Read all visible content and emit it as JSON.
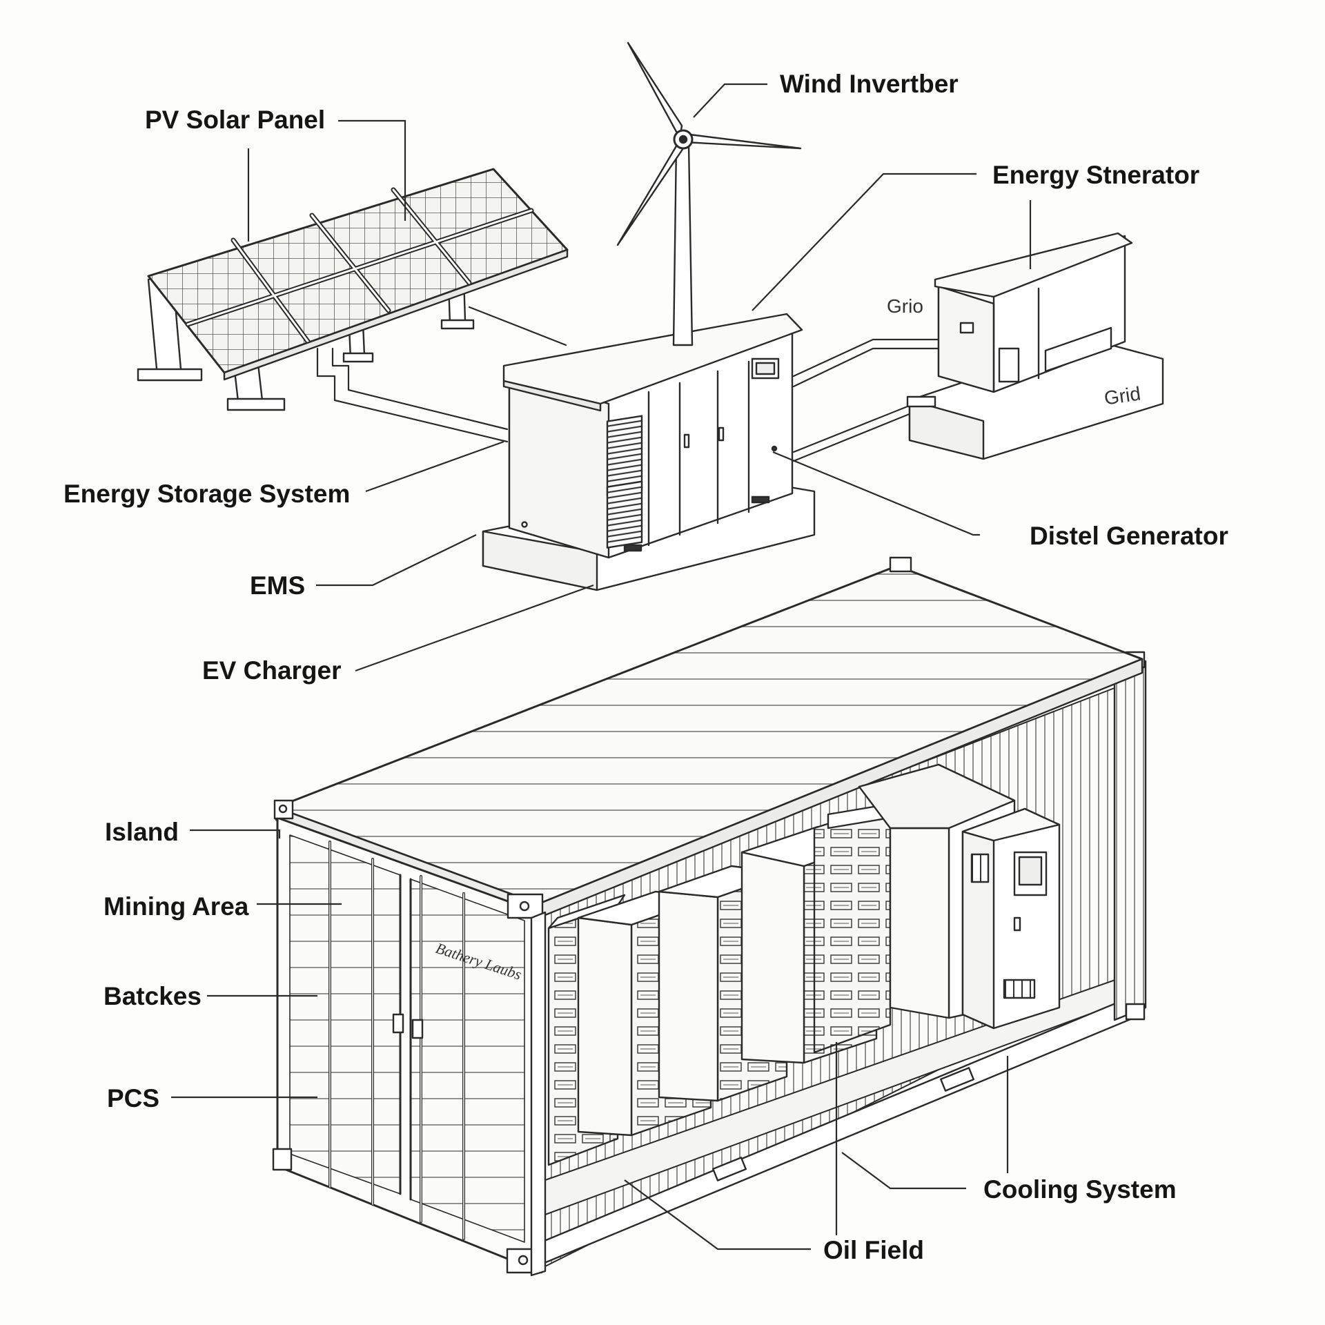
{
  "labels": {
    "pv_solar_panel": "PV Solar Panel",
    "wind_inverter": "Wind Invertber",
    "energy_stnerator": "Energy Stnerator",
    "grid_left": "Grio",
    "grid_right": "Grid",
    "energy_storage_system": "Energy Storage System",
    "diesel_generator": "Distel Generator",
    "ems": "EMS",
    "ev_charger": "EV Charger",
    "island": "Island",
    "mining_area": "Mining Area",
    "batches": "Batckes",
    "pcs": "PCS",
    "cooling_system": "Cooling System",
    "oil_field": "Oil Field"
  },
  "door_marking": "Bathery Laubs",
  "colors": {
    "line": "#2a2a2a",
    "background": "#fdfdfb",
    "text": "#151515"
  }
}
